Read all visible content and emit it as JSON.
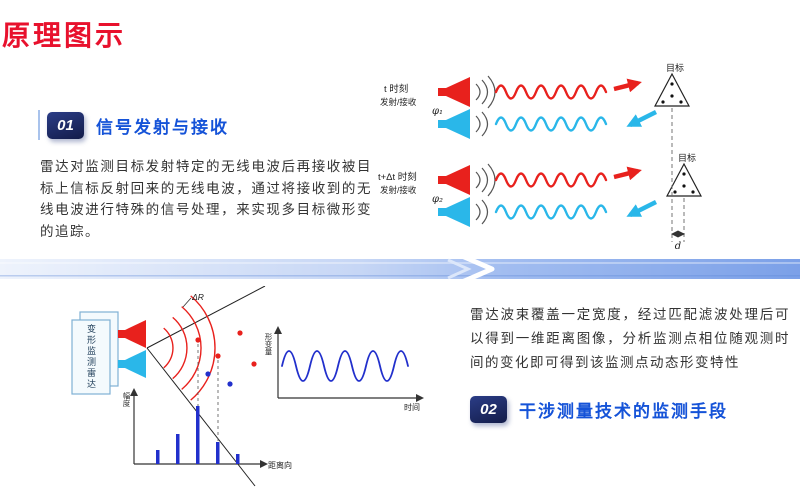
{
  "page": {
    "title": "原理图示"
  },
  "colors": {
    "title_red": "#e8112d",
    "heading_blue": "#1553d8",
    "badge_navy": "#131c49",
    "wave_red": "#e8211d",
    "wave_cyan": "#2ab7e9",
    "plot_blue": "#2230cc",
    "band_blue": "#7ba0e8"
  },
  "sections": [
    {
      "number": "01",
      "heading": "信号发射与接收",
      "body": "雷达对监测目标发射特定的无线电波后再接收被目标上信标反射回来的无线电波，通过将接收到的无线电波进行特殊的信号处理，来实现多目标微形变的追踪。"
    },
    {
      "number": "02",
      "heading": "干涉测量技术的监测手段",
      "body": "雷达波束覆盖一定宽度，经过匹配滤波处理后可以得到一维距离图像，分析监测点相位随观测时间的变化即可得到该监测点动态形变特性"
    }
  ],
  "signal_diagram": {
    "moment1": {
      "time": "t 时刻",
      "mode": "发射/接收",
      "phase": "φ₁",
      "target": "目标"
    },
    "moment2": {
      "time": "t+Δt 时刻",
      "mode": "发射/接收",
      "phase": "φ₂",
      "target": "目标"
    },
    "displacement": "d"
  },
  "monitor_diagram": {
    "radar": "变形监测雷达",
    "range_step": "ΔR",
    "wave_plot": {
      "y_label": "形变量",
      "x_label": "时间"
    },
    "range_profile": {
      "y_label": "幅度",
      "x_label": "距离向"
    }
  }
}
